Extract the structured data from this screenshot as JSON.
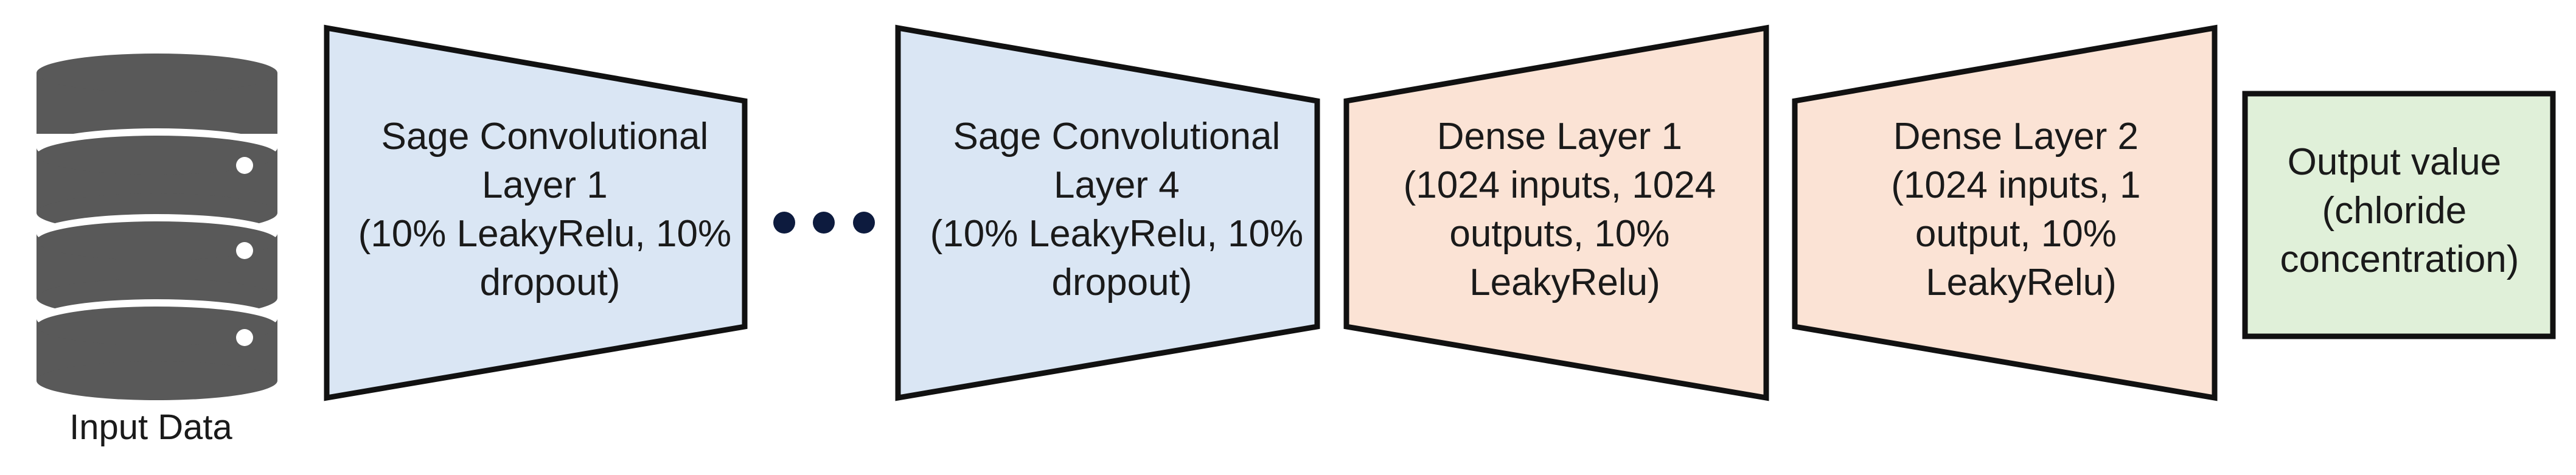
{
  "input": {
    "icon": "database-icon",
    "label": "Input Data"
  },
  "blocks": [
    {
      "id": "sage-conv-1",
      "lines": [
        "Sage Convolutional",
        "Layer 1",
        "(10% LeakyRelu, 10%",
        "dropout)"
      ],
      "color": "#dae6f4"
    },
    {
      "id": "sage-conv-4",
      "lines": [
        "Sage Convolutional",
        "Layer 4",
        "(10% LeakyRelu, 10%",
        "dropout)"
      ],
      "color": "#dae6f4"
    },
    {
      "id": "dense-1",
      "lines": [
        "Dense Layer 1",
        "(1024 inputs, 1024",
        "outputs, 10%",
        "LeakyRelu)"
      ],
      "color": "#fbe3d5"
    },
    {
      "id": "dense-2",
      "lines": [
        "Dense Layer 2",
        "(1024 inputs, 1",
        "output, 10%",
        "LeakyRelu)"
      ],
      "color": "#fbe3d5"
    },
    {
      "id": "output",
      "lines": [
        "Output value",
        "(chloride",
        "concentration)"
      ],
      "color": "#e0f0d9"
    }
  ],
  "ellipsis": {
    "icon": "ellipsis-dots-icon",
    "color": "#0d1b3e"
  },
  "colors": {
    "outline": "#111111",
    "database": "#595959"
  }
}
